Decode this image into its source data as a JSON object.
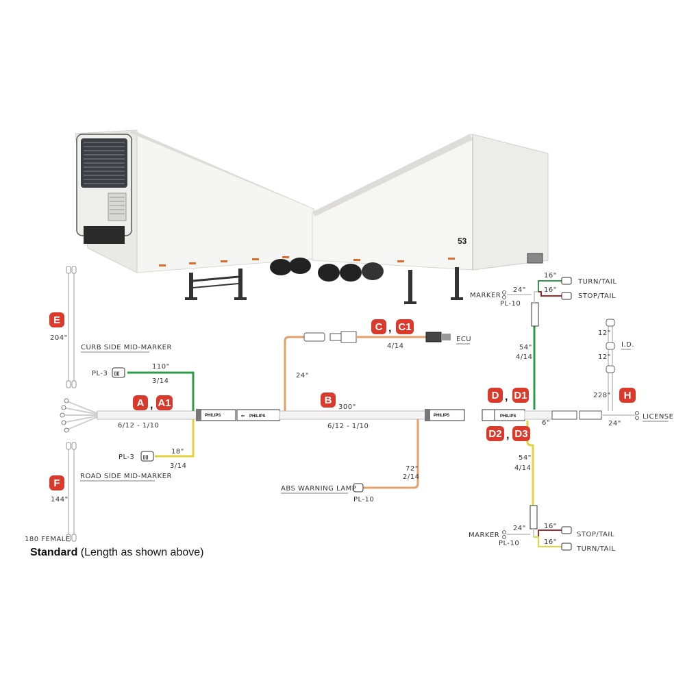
{
  "trailer": {
    "unit_number": "53"
  },
  "badges": {
    "e": "E",
    "a": "A",
    "a1": "A1",
    "f": "F",
    "b": "B",
    "c": "C",
    "c1": "C1",
    "d": "D",
    "d1": "D1",
    "d2": "D2",
    "d3": "D3",
    "h": "H"
  },
  "separators": {
    "comma": ","
  },
  "connector_brand": "PHILIPS",
  "labels": {
    "e_length": "204\"",
    "curb_side": "CURB SIDE MID-MARKER",
    "pl3_top": "PL-3",
    "len_110": "110\"",
    "gauge_3_14_top": "3/14",
    "main_gauge_left": "6/12 - 1/10",
    "pl3_bottom": "PL-3",
    "len_18": "18\"",
    "gauge_3_14_bottom": "3/14",
    "road_side": "ROAD SIDE MID-MARKER",
    "f_length": "144\"",
    "female_180": "180 FEMALE",
    "len_24_c": "24\"",
    "gauge_4_14_c": "4/14",
    "ecu": "ECU",
    "len_300": "300\"",
    "main_gauge_right": "6/12 - 1/10",
    "len_72": "72\"",
    "gauge_2_14": "2/14",
    "abs_lamp": "ABS WARNING LAMP",
    "pl10_abs": "PL-10",
    "marker_top": "MARKER",
    "pl10_top": "PL-10",
    "len_24_top": "24\"",
    "len_16_turn_top": "16\"",
    "turn_tail_top": "TURN/TAIL",
    "len_16_stop_top": "16\"",
    "stop_tail_top": "STOP/TAIL",
    "len_54_top": "54\"",
    "gauge_4_14_top": "4/14",
    "len_6": "6\"",
    "len_12_a": "12\"",
    "len_12_b": "12\"",
    "id_label": "I.D.",
    "len_228": "228\"",
    "len_24_license": "24\"",
    "license": "LICENSE",
    "len_54_bottom": "54\"",
    "gauge_4_14_bottom": "4/14",
    "marker_bottom": "MARKER",
    "pl10_bottom": "PL-10",
    "len_24_bottom": "24\"",
    "len_16_stop_bottom": "16\"",
    "stop_tail_bottom": "STOP/TAIL",
    "len_16_turn_bottom": "16\"",
    "turn_tail_bottom": "TURN/TAIL"
  },
  "footer": {
    "bold": "Standard",
    "rest": " (Length as shown above)"
  },
  "colors": {
    "wire_green": "#2e9b48",
    "wire_yellow": "#e4d23c",
    "wire_orange": "#e3a06a",
    "wire_red": "#a32a2a",
    "wire_gray": "#cfcfcf",
    "badge_red": "#d93a2b"
  }
}
